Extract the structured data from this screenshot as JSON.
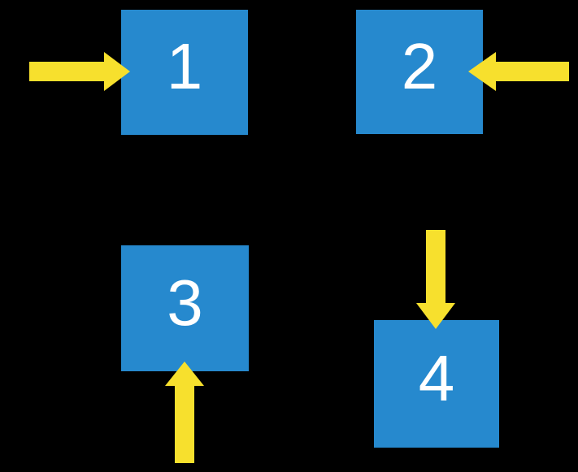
{
  "colors": {
    "canvas_bg": "#000000",
    "square_fill": "#2689CE",
    "arrow_fill": "#F7E02D",
    "label_text": "#FFFFFF"
  },
  "squares": [
    {
      "label": "1",
      "arrow": {
        "direction": "right",
        "enters_from": "left"
      }
    },
    {
      "label": "2",
      "arrow": {
        "direction": "left",
        "enters_from": "right"
      }
    },
    {
      "label": "3",
      "arrow": {
        "direction": "up",
        "enters_from": "bottom"
      }
    },
    {
      "label": "4",
      "arrow": {
        "direction": "down",
        "enters_from": "top"
      }
    }
  ]
}
